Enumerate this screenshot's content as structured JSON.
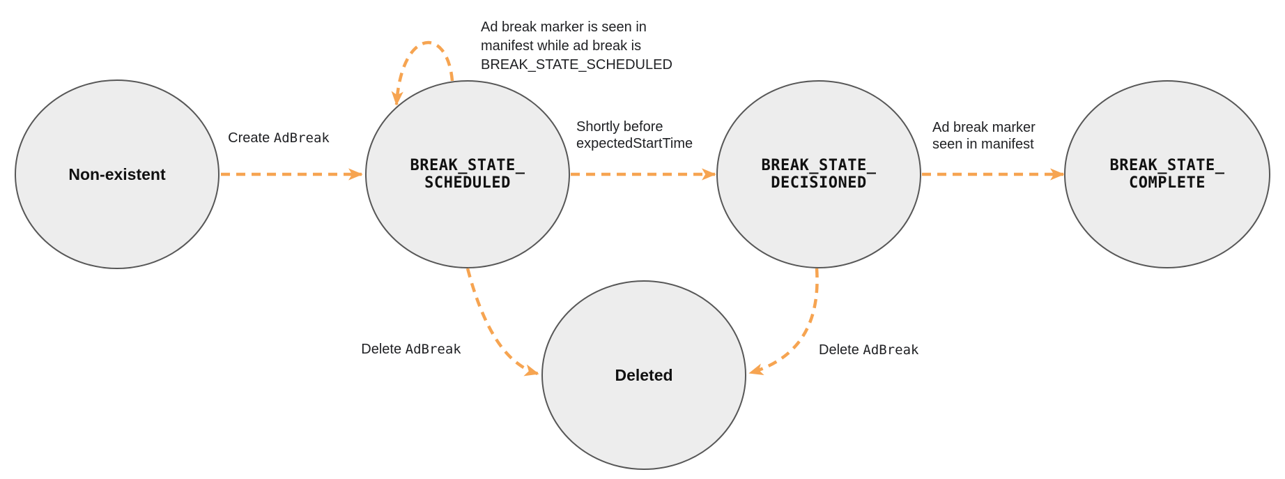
{
  "colors": {
    "background": "#ffffff",
    "node_fill": "#ededed",
    "node_border": "#575757",
    "arrow": "#f6a451",
    "label_text": "#202124",
    "node_text": "#111111"
  },
  "nodes": [
    {
      "id": "non-existent",
      "label": "Non-existent"
    },
    {
      "id": "break-state-scheduled",
      "line1": "BREAK_STATE_",
      "line2": "SCHEDULED"
    },
    {
      "id": "break-state-decisioned",
      "line1": "BREAK_STATE_",
      "line2": "DECISIONED"
    },
    {
      "id": "break-state-complete",
      "line1": "BREAK_STATE_",
      "line2": "COMPLETE"
    },
    {
      "id": "deleted",
      "label": "Deleted"
    }
  ],
  "edges": {
    "create_adbreak": {
      "text": "Create",
      "code": "AdBreak"
    },
    "self_loop": {
      "line1": "Ad break marker is seen in",
      "line2": "manifest while ad break is",
      "code_line": "BREAK_STATE_SCHEDULED"
    },
    "shortly_before": {
      "text": "Shortly before",
      "code": "expectedStartTime"
    },
    "marker_seen": {
      "line1": "Ad break marker",
      "line2": "seen in manifest"
    },
    "delete_adbreak_left": {
      "text": "Delete",
      "code": "AdBreak"
    },
    "delete_adbreak_right": {
      "text": "Delete",
      "code": "AdBreak"
    }
  }
}
